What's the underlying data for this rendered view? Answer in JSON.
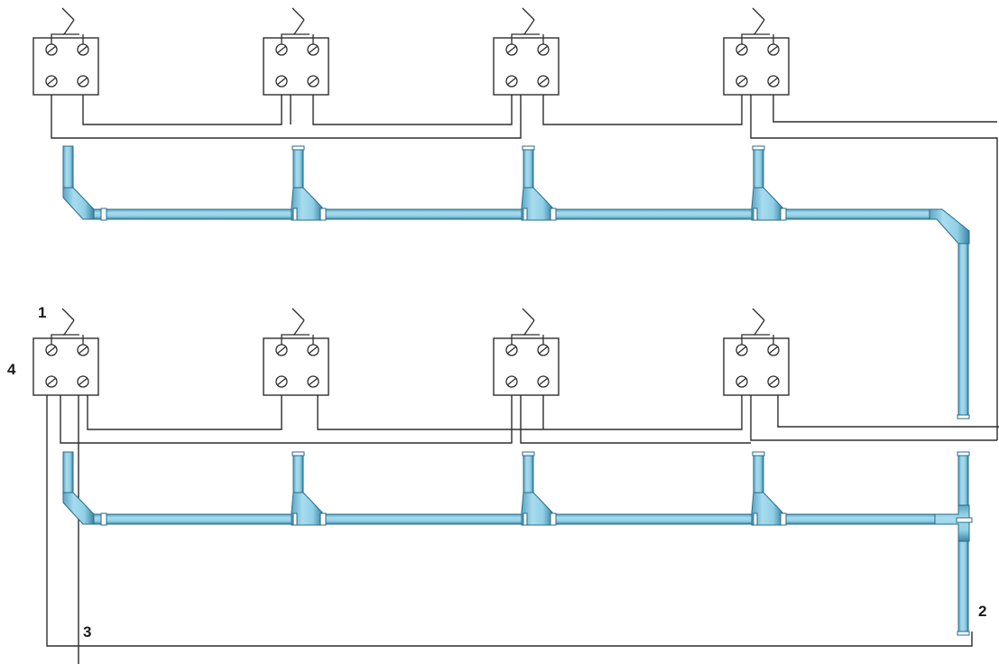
{
  "labels": {
    "one": "1",
    "two": "2",
    "three": "3",
    "four": "4"
  },
  "colors": {
    "pipe_fill": "#8fd0ea",
    "pipe_dark": "#2b6b85",
    "wire": "#2e2e2e"
  },
  "counts": {
    "rows": 2,
    "units_per_row": 4
  }
}
